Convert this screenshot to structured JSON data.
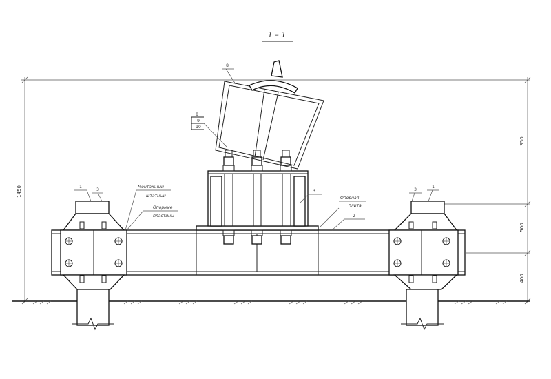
{
  "drawing": {
    "section_title": "1 – 1",
    "callouts": {
      "upper_bracket": "8",
      "flag_top": "8",
      "flag_mid": "9",
      "flag_bottom": "10",
      "left_post": "1",
      "left_cap": "3",
      "right_cap": "3",
      "right_post": "1",
      "centre_plate": "3",
      "beam": "2"
    },
    "notes": {
      "left_note_1a": "Монтажный",
      "left_note_1b": "штатный",
      "left_note_2a": "Опорные",
      "left_note_2b": "пластины",
      "centre_note_a": "Опорная",
      "centre_note_b": "плита"
    },
    "dimensions": {
      "overall_height": "1450",
      "right_upper": "350",
      "right_middle": "500",
      "right_lower": "400"
    }
  }
}
